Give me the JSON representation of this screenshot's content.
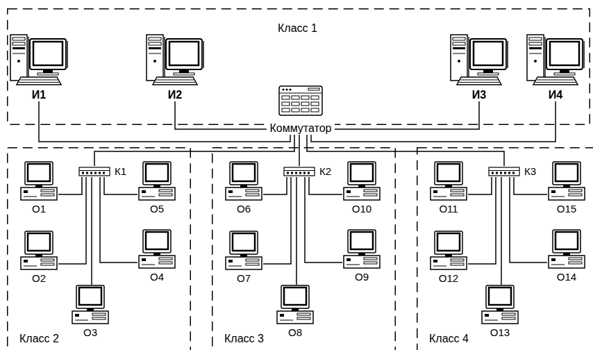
{
  "diagram": {
    "nodes": [
      {
        "text": [
          "Класс 1"
        ]
      },
      {
        "text": [
          "И1"
        ],
        "in": 0
      },
      {
        "text": [
          "И2"
        ],
        "in": 0
      },
      {
        "text": [
          "И3"
        ],
        "in": 0
      },
      {
        "text": [
          "И4"
        ],
        "in": 0
      },
      {
        "text": [
          "Коммутатор"
        ]
      },
      {
        "text": [
          "Класс 2"
        ]
      },
      {
        "text": [
          "К1"
        ],
        "in": 6
      },
      {
        "text": [
          "О1"
        ],
        "in": 6
      },
      {
        "text": [
          "О2"
        ],
        "in": 6
      },
      {
        "text": [
          "О3"
        ],
        "in": 6
      },
      {
        "text": [
          "О4"
        ],
        "in": 6
      },
      {
        "text": [
          "О5"
        ],
        "in": 6
      },
      {
        "text": [
          "Класс 3"
        ]
      },
      {
        "text": [
          "К2"
        ],
        "in": 13
      },
      {
        "text": [
          "О6"
        ],
        "in": 13
      },
      {
        "text": [
          "О7"
        ],
        "in": 13
      },
      {
        "text": [
          "О8"
        ],
        "in": 13
      },
      {
        "text": [
          "О9"
        ],
        "in": 13
      },
      {
        "text": [
          "О10"
        ],
        "in": 13
      },
      {
        "text": [
          "Класс 4"
        ]
      },
      {
        "text": [
          "К3"
        ],
        "in": 20
      },
      {
        "text": [
          "О11"
        ],
        "in": 20
      },
      {
        "text": [
          "О12"
        ],
        "in": 20
      },
      {
        "text": [
          "О13"
        ],
        "in": 20
      },
      {
        "text": [
          "О14"
        ],
        "in": 20
      },
      {
        "text": [
          "О15"
        ],
        "in": 20
      }
    ],
    "edges": [
      {
        "from": 1,
        "to": 5,
        "arrow": "none"
      },
      {
        "from": 2,
        "to": 5,
        "arrow": "none"
      },
      {
        "from": 3,
        "to": 5,
        "arrow": "none"
      },
      {
        "from": 4,
        "to": 5,
        "arrow": "none"
      },
      {
        "from": 5,
        "to": 7,
        "arrow": "none"
      },
      {
        "from": 5,
        "to": 14,
        "arrow": "none"
      },
      {
        "from": 5,
        "to": 21,
        "arrow": "none"
      },
      {
        "from": 7,
        "to": 8,
        "arrow": "none"
      },
      {
        "from": 7,
        "to": 9,
        "arrow": "none"
      },
      {
        "from": 7,
        "to": 10,
        "arrow": "none"
      },
      {
        "from": 7,
        "to": 11,
        "arrow": "none"
      },
      {
        "from": 7,
        "to": 12,
        "arrow": "none"
      },
      {
        "from": 14,
        "to": 15,
        "arrow": "none"
      },
      {
        "from": 14,
        "to": 16,
        "arrow": "none"
      },
      {
        "from": 14,
        "to": 17,
        "arrow": "none"
      },
      {
        "from": 14,
        "to": 18,
        "arrow": "none"
      },
      {
        "from": 14,
        "to": 19,
        "arrow": "none"
      },
      {
        "from": 21,
        "to": 22,
        "arrow": "none"
      },
      {
        "from": 21,
        "to": 23,
        "arrow": "none"
      },
      {
        "from": 21,
        "to": 24,
        "arrow": "none"
      },
      {
        "from": 21,
        "to": 25,
        "arrow": "none"
      },
      {
        "from": 21,
        "to": 26,
        "arrow": "none"
      }
    ]
  }
}
